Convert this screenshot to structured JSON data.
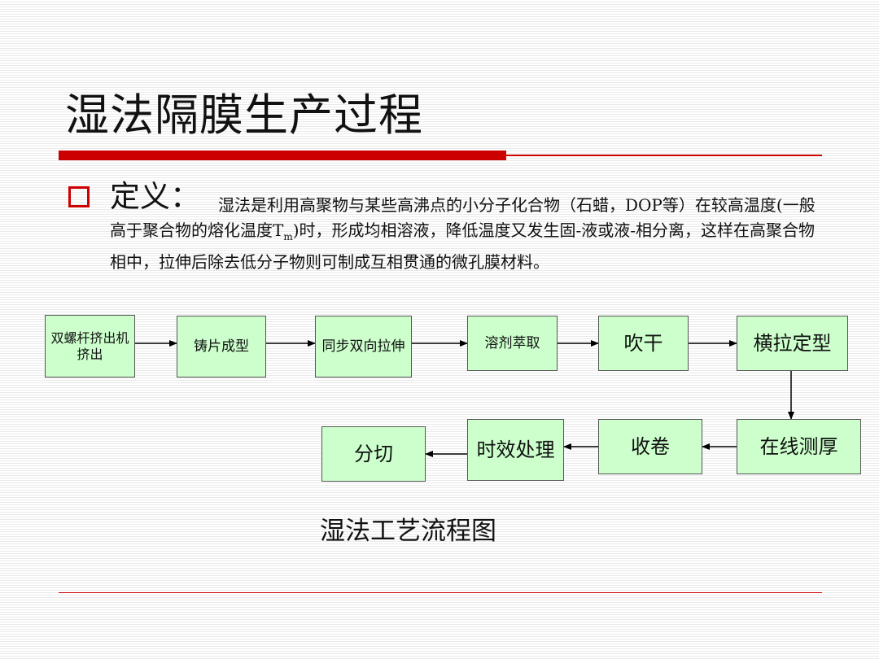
{
  "slide": {
    "title": "湿法隔膜生产过程",
    "definition_label": "定义：",
    "definition_text": "湿法是利用高聚物与某些高沸点的小分子化合物（石蜡，DOP等）在较高温度(一般高于聚合物的熔化温度T",
    "definition_subscript": "m",
    "definition_text_rest": ")时，形成均相溶液，降低温度又发生固-液或液-相分离，这样在高聚合物相中，拉伸后除去低分子物则可制成互相贯通的微孔膜材料。",
    "caption": "湿法工艺流程图"
  },
  "colors": {
    "accent_red": "#cc0000",
    "node_fill": "#ccffcc",
    "node_border": "#555555"
  },
  "diagram": {
    "nodes": [
      {
        "id": "n1",
        "label": "双螺杆挤出机挤出"
      },
      {
        "id": "n2",
        "label": "铸片成型"
      },
      {
        "id": "n3",
        "label": "同步双向拉伸"
      },
      {
        "id": "n4",
        "label": "溶剂萃取"
      },
      {
        "id": "n5",
        "label": "吹干"
      },
      {
        "id": "n6",
        "label": "横拉定型"
      },
      {
        "id": "n7",
        "label": "在线测厚"
      },
      {
        "id": "n8",
        "label": "收卷"
      },
      {
        "id": "n9",
        "label": "时效处理"
      },
      {
        "id": "n10",
        "label": "分切"
      }
    ],
    "edges": [
      {
        "from": "n1",
        "to": "n2"
      },
      {
        "from": "n2",
        "to": "n3"
      },
      {
        "from": "n3",
        "to": "n4"
      },
      {
        "from": "n4",
        "to": "n5"
      },
      {
        "from": "n5",
        "to": "n6"
      },
      {
        "from": "n6",
        "to": "n7"
      },
      {
        "from": "n7",
        "to": "n8"
      },
      {
        "from": "n8",
        "to": "n9"
      },
      {
        "from": "n9",
        "to": "n10"
      }
    ]
  }
}
